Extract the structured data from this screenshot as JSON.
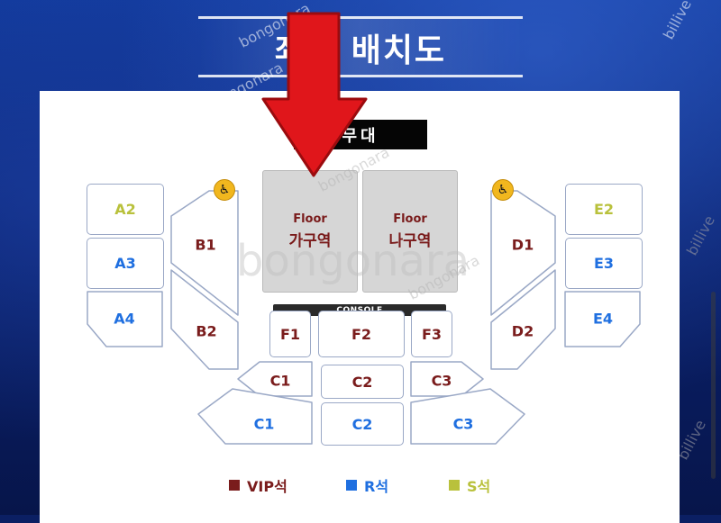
{
  "header": {
    "title": "좌석 배치도",
    "watermarks": [
      "bongonara",
      "bongonara",
      "billive",
      "billive",
      "billive",
      "bongonara",
      "bongonara",
      "bongonara"
    ]
  },
  "stage": {
    "label": "무대"
  },
  "floor": [
    {
      "en": "Floor",
      "ko": "가구역"
    },
    {
      "en": "Floor",
      "ko": "나구역"
    }
  ],
  "console": {
    "label": "CONSOLE"
  },
  "sections": {
    "A2": "A2",
    "A3": "A3",
    "A4": "A4",
    "B1": "B1",
    "B2": "B2",
    "F1": "F1",
    "F2": "F2",
    "F3": "F3",
    "C1_upper": "C1",
    "C2_upper": "C2",
    "C3_upper": "C3",
    "C1_lower": "C1",
    "C2_lower": "C2",
    "C3_lower": "C3",
    "D1": "D1",
    "D2": "D2",
    "E2": "E2",
    "E3": "E3",
    "E4": "E4"
  },
  "legend": [
    {
      "label": "VIP석",
      "color": "#7a1c1c"
    },
    {
      "label": "R석",
      "color": "#1f6fe0"
    },
    {
      "label": "S석",
      "color": "#b9c13c"
    }
  ],
  "colors": {
    "vip": "#7a1c1c",
    "r": "#1f6fe0",
    "s": "#b9c13c",
    "arrow": "#e0161b"
  },
  "icons": {
    "wheelchair": "wheelchair-icon",
    "arrow": "down-arrow-icon"
  }
}
